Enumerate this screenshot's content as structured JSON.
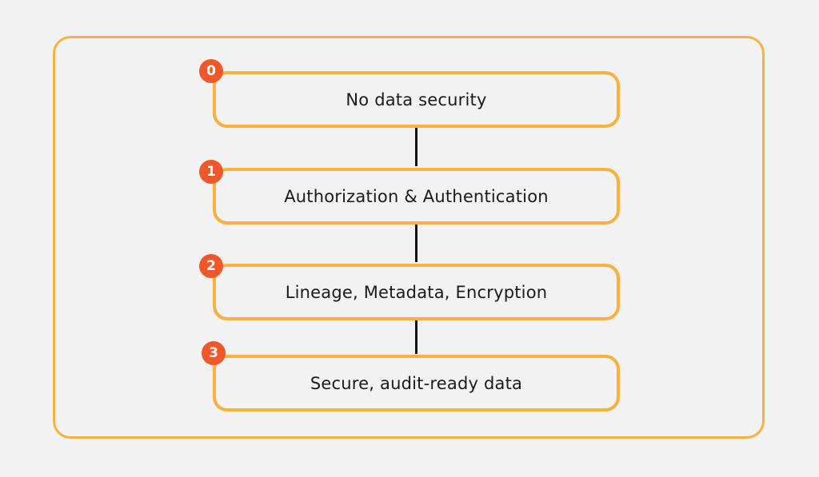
{
  "colors": {
    "background": "#f2f2f2",
    "frame": "#f9b13d",
    "badge": "#f0572b",
    "connector": "#111111",
    "text": "#1a1a1a"
  },
  "steps": [
    {
      "number": "0",
      "label": "No data security"
    },
    {
      "number": "1",
      "label": "Authorization & Authentication"
    },
    {
      "number": "2",
      "label": "Lineage, Metadata, Encryption"
    },
    {
      "number": "3",
      "label": "Secure, audit-ready data"
    }
  ]
}
